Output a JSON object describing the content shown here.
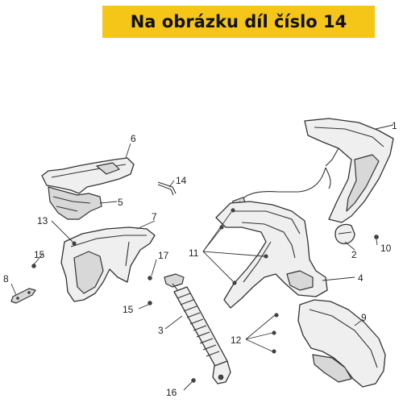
{
  "banner": {
    "text": "Na obrázku díl číslo 14",
    "color": "#f5c518"
  },
  "callouts": [
    {
      "id": "1",
      "text": "1"
    },
    {
      "id": "2",
      "text": "2"
    },
    {
      "id": "3",
      "text": "3"
    },
    {
      "id": "4",
      "text": "4"
    },
    {
      "id": "5",
      "text": "5"
    },
    {
      "id": "6",
      "text": "6"
    },
    {
      "id": "7",
      "text": "7"
    },
    {
      "id": "8",
      "text": "8"
    },
    {
      "id": "9",
      "text": "9"
    },
    {
      "id": "10",
      "text": "10"
    },
    {
      "id": "11",
      "text": "11"
    },
    {
      "id": "12",
      "text": "12"
    },
    {
      "id": "13",
      "text": "13"
    },
    {
      "id": "14",
      "text": "14"
    },
    {
      "id": "15a",
      "text": "15"
    },
    {
      "id": "15b",
      "text": "15"
    },
    {
      "id": "16",
      "text": "16"
    },
    {
      "id": "17",
      "text": "17"
    }
  ]
}
